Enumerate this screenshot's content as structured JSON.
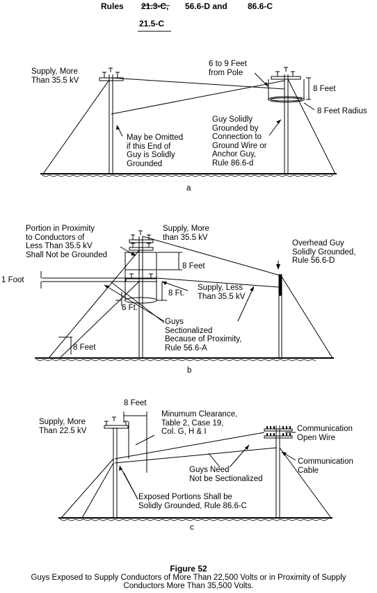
{
  "header": {
    "rules_label": "Rules",
    "rule_1": "21.3-C,",
    "rule_2": "56.6-D and",
    "rule_3": "86.6-C",
    "rule_4": "21.5-C"
  },
  "panel_a": {
    "supply_label": "Supply, More\nThan 35.5 kV",
    "distance_label": "6 to 9 Feet\nfrom Pole",
    "height_label": "8 Feet",
    "radius_label": "8 Feet Radius",
    "omit_label": "May be Omitted\nif this End of\nGuy is Solidly\nGrounded",
    "grounded_label": "Guy Solidly\nGrounded by\nConnection to\nGround Wire or\nAnchor Guy,\nRule 86.6-d",
    "caption": "a"
  },
  "panel_b": {
    "proximity_label": "Portion in Proximity\nto Conductors of\nLess Than 35.5 kV\nShall Not be Grounded",
    "supply_more_label": "Supply, More\nthan 35.5 kV",
    "overhead_label": "Overhead Guy\nSolidly Grounded,\nRule 56.6-D",
    "one_foot_label": "1 Foot",
    "eight_feet_label": "8 Feet",
    "eight_ft_label": "8 Ft.",
    "supply_less_label": "Supply, Less\nThan 35.5 kV",
    "six_ft_label": "6 Ft.",
    "guys_label": "Guys\nSectionalized\nBecause of Proximity,\nRule 56.6-A",
    "ground_height_label": "8 Feet",
    "caption": "b"
  },
  "panel_c": {
    "eight_feet_label": "8 Feet",
    "supply_label": "Supply, More\nThan 22.5 kV",
    "clearance_label": "Minumum Clearance,\nTable 2, Case 19,\nCol. G, H & I",
    "comm_wire_label": "Communication\nOpen Wire",
    "guys_need_label": "Guys Need\nNot be Sectionalized",
    "comm_cable_label": "Communication\nCable",
    "exposed_label": "Exposed Portions Shall be\nSolidly Grounded, Rule 86.6-C",
    "caption": "c"
  },
  "figure": {
    "title": "Figure 52",
    "caption_line1": "Guys Exposed to Supply Conductors of More Than 22,500 Volts or in Proximity of Supply",
    "caption_line2": "Conductors More Than 35,500 Volts."
  }
}
